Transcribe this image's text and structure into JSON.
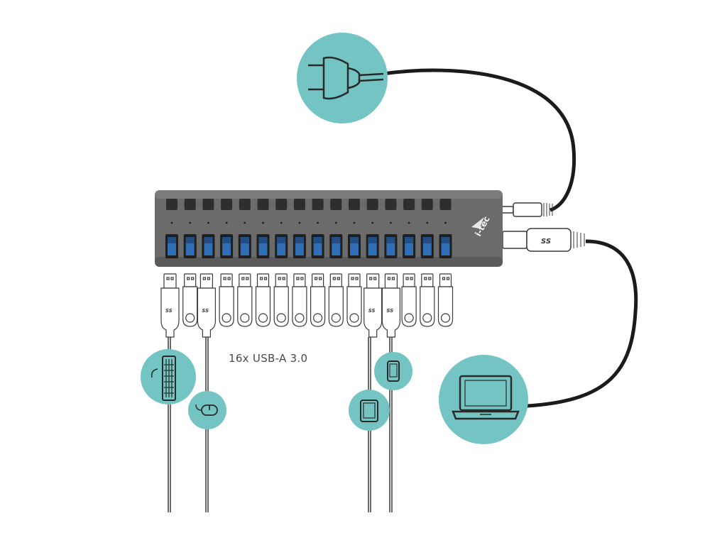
{
  "diagram": {
    "brand_logo": "i-tec",
    "port_caption": "16x USB-A 3.0",
    "port_count": 16,
    "usb_badge": "SS",
    "colors": {
      "accent_circle": "#74c4c4",
      "hub_body": "#6b6b6b",
      "usb_port": "#2f6fb5",
      "cable": "#1b1b1b",
      "line": "#3a3a3a"
    },
    "connected_ports": [
      1,
      3,
      12,
      13
    ],
    "devices": [
      {
        "name": "keyboard",
        "icon": "keyboard-icon",
        "port": 1
      },
      {
        "name": "mouse",
        "icon": "mouse-icon",
        "port": 3
      },
      {
        "name": "tablet",
        "icon": "tablet-icon",
        "port": 12
      },
      {
        "name": "smartphone",
        "icon": "smartphone-icon",
        "port": 13
      }
    ],
    "power": {
      "icon": "power-plug-icon"
    },
    "upstream": {
      "icon": "laptop-icon"
    }
  }
}
